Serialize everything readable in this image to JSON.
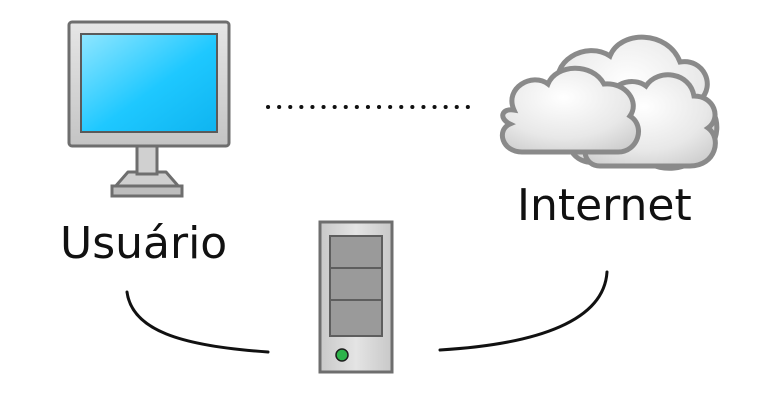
{
  "nodes": {
    "user": {
      "label": "Usuário",
      "icon": "computer-monitor-icon"
    },
    "internet": {
      "label": "Internet",
      "icon": "cloud-icon"
    },
    "server": {
      "icon": "server-tower-icon"
    }
  },
  "connections": [
    {
      "from": "user",
      "to": "internet",
      "style": "dotted"
    },
    {
      "from": "user",
      "to": "server",
      "style": "solid"
    },
    {
      "from": "server",
      "to": "internet",
      "style": "solid"
    }
  ],
  "colors": {
    "screen": "#1EC8FF",
    "screen_highlight": "#8FE6FF",
    "monitor_frame": "#D6D6D6",
    "monitor_outline": "#6E6E6E",
    "cloud_fill": "#EDEDED",
    "cloud_outline": "#8A8A8A",
    "server_body": "#D9D9D9",
    "server_panel": "#9A9A9A",
    "power_led": "#2DB34A",
    "line": "#111111"
  }
}
